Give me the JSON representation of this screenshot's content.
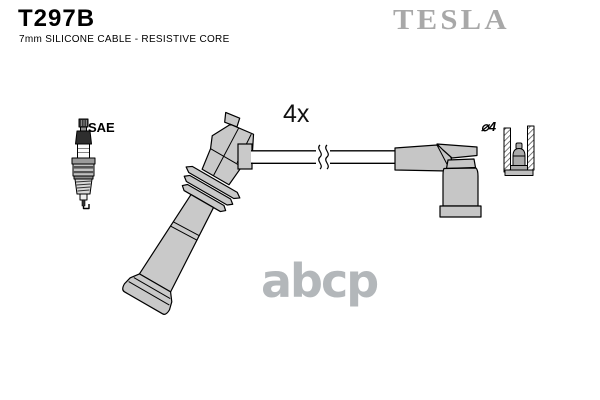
{
  "header": {
    "part_number": "T297B",
    "subtitle": "7mm SILICONE CABLE - RESISTIVE CORE",
    "brand": "TESLA"
  },
  "labels": {
    "spark_plug_standard": "SAE",
    "quantity": "4x",
    "terminal_diameter": "⌀4"
  },
  "watermark": "abcp",
  "illustrations": [
    "spark-plug-icon",
    "coil-boot-cable-icon",
    "elbow-boot-icon",
    "terminal-cross-section-icon"
  ],
  "colors": {
    "background": "#ffffff",
    "outline": "#000000",
    "boot_fill": "#c9c9c9",
    "brand_gray": "#a8a8a8",
    "watermark_gray": "#b3b7ba"
  }
}
